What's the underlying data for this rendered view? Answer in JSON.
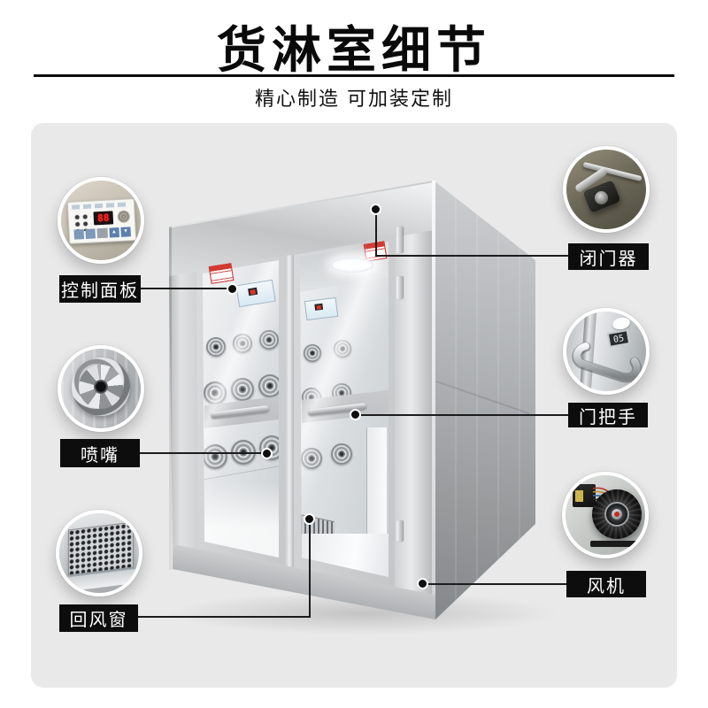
{
  "header": {
    "title": "货淋室细节",
    "subtitle": "精心制造 可加装定制"
  },
  "colors": {
    "page_background": "#ffffff",
    "stage_background": "#e9e9e9",
    "title_color": "#0a0a0a",
    "label_background": "#0d0d0d",
    "label_text": "#ffffff",
    "connector_line": "#1c1c1c",
    "steel_light": "#e8eaeb",
    "steel_mid": "#bfc1c3",
    "steel_dark": "#8a8c8e",
    "led_red": "#ff2d2d"
  },
  "callouts": {
    "left": [
      {
        "id": "control-panel",
        "label": "控制面板",
        "photo": "control-panel-photo",
        "display_value": "88",
        "up_glyph": "▲",
        "down_glyph": "▼"
      },
      {
        "id": "nozzle",
        "label": "喷嘴",
        "photo": "nozzle-photo"
      },
      {
        "id": "return-air-window",
        "label": "回风窗",
        "photo": "return-air-window-photo"
      }
    ],
    "right": [
      {
        "id": "door-closer",
        "label": "闭门器",
        "photo": "door-closer-photo"
      },
      {
        "id": "door-handle",
        "label": "门把手",
        "photo": "door-handle-photo",
        "display_value": "05"
      },
      {
        "id": "fan",
        "label": "风机",
        "photo": "fan-photo"
      }
    ]
  },
  "machine": {
    "description": "stainless-steel cargo air shower cabinet with two glass doors",
    "warning_stickers": 2,
    "interior_control_panels": 2
  }
}
